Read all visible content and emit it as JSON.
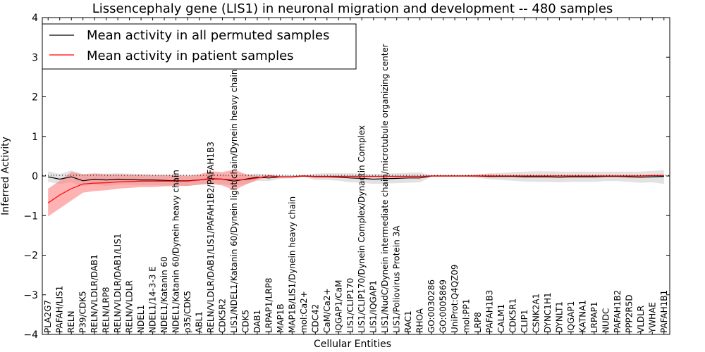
{
  "chart_data": {
    "type": "line",
    "title": "Lissencephaly gene (LIS1) in neuronal migration and development -- 480 samples",
    "xlabel": "Cellular Entities",
    "ylabel": "Inferred Activity",
    "ylim": [
      -4,
      4
    ],
    "yticks": [
      -4,
      -3,
      -2,
      -1,
      0,
      1,
      2,
      3,
      4
    ],
    "grid": false,
    "legend_position": "top-left",
    "colors": {
      "permuted": "#000000",
      "patient": "#ff0000",
      "permuted_band": "#bfbfbf",
      "patient_band": "#ff7f7f"
    },
    "categories": [
      "PLA2G7",
      "PAFAH/LIS1",
      "RELN",
      "P39/CDK5",
      "RELN/VLDLR/DAB1",
      "RELN/LRP8",
      "RELN/VLDLR/DAB1/LIS1",
      "RELN/VLDLR",
      "NDEL1",
      "NDEL1/14-3-3 E",
      "NDEL1/Katanin 60",
      "NDEL1/Katanin 60/Dynein heavy chain",
      "p35/CDK5",
      "ABL1",
      "RELN/VLDLR/DAB1/LIS1/PAFAH1B2/PAFAH1B3",
      "CDK5R2",
      "LIS1/NDEL1/Katanin 60/Dynein light chain/Dynein heavy chain",
      "CDK5",
      "DAB1",
      "LRPAP1/LRP8",
      "MAP1B",
      "MAP1B/LIS1/Dynein heavy chain",
      "mol:Ca2+",
      "CDC42",
      "CaM/Ca2+",
      "IQGAP1/CaM",
      "LIS1/CLIP170",
      "LIS1/CLIP170/Dynein Complex/Dynactin Complex",
      "LIS1/IQGAP1",
      "LIS1/NudC/Dynein intermediate chain/microtubule organizing center",
      "LIS1/Poliovirus Protein 3A",
      "RAC1",
      "RHOA",
      "GO:0030286",
      "GO:0005869",
      "UniProt:Q4QZ09",
      "mol:PP1",
      "LRP8",
      "PAFAH1B3",
      "CALM1",
      "CDK5R1",
      "CLIP1",
      "CSNK2A1",
      "DYNC1H1",
      "DYNLT1",
      "IQGAP1",
      "KATNA1",
      "LRPAP1",
      "NUDC",
      "PAFAH1B2",
      "PPP2R5D",
      "VLDLR",
      "YWHAE",
      "PAFAH1B1"
    ],
    "series": [
      {
        "name": "Mean activity in all permuted samples",
        "values": [
          -0.02,
          -0.08,
          -0.02,
          -0.12,
          -0.08,
          -0.1,
          -0.08,
          -0.09,
          -0.1,
          -0.1,
          -0.11,
          -0.12,
          -0.12,
          -0.1,
          -0.07,
          -0.08,
          -0.13,
          -0.08,
          -0.03,
          -0.05,
          -0.02,
          -0.02,
          0.0,
          -0.02,
          -0.02,
          -0.03,
          -0.05,
          -0.06,
          -0.08,
          -0.07,
          -0.06,
          -0.05,
          -0.05,
          0.0,
          0.0,
          0.0,
          0.0,
          0.0,
          -0.01,
          -0.01,
          -0.01,
          -0.02,
          -0.02,
          -0.02,
          -0.03,
          -0.02,
          -0.02,
          -0.02,
          -0.01,
          -0.01,
          -0.02,
          -0.03,
          -0.02,
          -0.01
        ],
        "lower": [
          -0.15,
          -0.2,
          -0.16,
          -0.26,
          -0.22,
          -0.25,
          -0.22,
          -0.22,
          -0.23,
          -0.23,
          -0.24,
          -0.24,
          -0.25,
          -0.22,
          -0.18,
          -0.2,
          -0.25,
          -0.2,
          -0.12,
          -0.13,
          -0.07,
          -0.06,
          -0.02,
          -0.1,
          -0.1,
          -0.12,
          -0.16,
          -0.17,
          -0.2,
          -0.19,
          -0.18,
          -0.17,
          -0.16,
          -0.02,
          -0.02,
          -0.02,
          -0.02,
          -0.05,
          -0.08,
          -0.1,
          -0.12,
          -0.14,
          -0.15,
          -0.15,
          -0.16,
          -0.15,
          -0.15,
          -0.15,
          -0.13,
          -0.13,
          -0.15,
          -0.17,
          -0.16,
          -0.2
        ],
        "upper": [
          0.12,
          0.05,
          0.14,
          0.05,
          0.07,
          0.06,
          0.07,
          0.06,
          0.05,
          0.04,
          0.04,
          0.04,
          0.03,
          0.03,
          0.05,
          0.05,
          0.0,
          0.04,
          0.06,
          0.04,
          0.03,
          0.02,
          0.02,
          0.06,
          0.07,
          0.07,
          0.07,
          0.06,
          0.05,
          0.06,
          0.07,
          0.08,
          0.09,
          0.02,
          0.02,
          0.02,
          0.02,
          0.04,
          0.07,
          0.08,
          0.1,
          0.11,
          0.12,
          0.12,
          0.11,
          0.11,
          0.11,
          0.11,
          0.11,
          0.11,
          0.11,
          0.11,
          0.13,
          0.15
        ]
      },
      {
        "name": "Mean activity in patient samples",
        "values": [
          -0.68,
          -0.48,
          -0.32,
          -0.2,
          -0.18,
          -0.17,
          -0.15,
          -0.14,
          -0.13,
          -0.13,
          -0.13,
          -0.13,
          -0.13,
          -0.1,
          -0.06,
          -0.08,
          -0.1,
          -0.09,
          -0.05,
          0.0,
          -0.02,
          -0.02,
          0.0,
          -0.01,
          -0.01,
          -0.01,
          -0.01,
          -0.01,
          -0.01,
          -0.01,
          -0.01,
          -0.01,
          -0.01,
          0.0,
          0.0,
          0.0,
          0.0,
          0.0,
          0.0,
          0.0,
          0.0,
          0.0,
          0.0,
          0.0,
          0.0,
          0.0,
          0.0,
          0.0,
          0.0,
          0.0,
          0.0,
          0.0,
          0.01,
          0.01
        ],
        "lower": [
          -1.02,
          -0.82,
          -0.62,
          -0.42,
          -0.38,
          -0.36,
          -0.32,
          -0.3,
          -0.28,
          -0.28,
          -0.26,
          -0.25,
          -0.25,
          -0.22,
          -0.2,
          -0.24,
          -0.36,
          -0.22,
          -0.1,
          -0.02,
          -0.04,
          -0.03,
          -0.02,
          -0.02,
          -0.02,
          -0.02,
          -0.02,
          -0.02,
          -0.02,
          -0.02,
          -0.02,
          -0.02,
          -0.02,
          -0.01,
          -0.01,
          -0.01,
          -0.01,
          -0.02,
          -0.03,
          -0.02,
          -0.02,
          -0.02,
          -0.02,
          -0.02,
          -0.02,
          -0.02,
          -0.02,
          -0.02,
          -0.02,
          -0.02,
          -0.02,
          -0.02,
          -0.01,
          -0.01
        ],
        "upper": [
          -0.32,
          -0.12,
          0.1,
          0.04,
          0.06,
          0.04,
          0.04,
          0.03,
          0.03,
          0.02,
          0.02,
          0.02,
          0.0,
          0.04,
          0.12,
          0.1,
          0.16,
          0.05,
          0.0,
          0.02,
          0.0,
          0.0,
          0.02,
          0.01,
          0.01,
          0.01,
          0.01,
          0.01,
          0.01,
          0.01,
          0.01,
          0.01,
          0.01,
          0.01,
          0.01,
          0.01,
          0.01,
          0.03,
          0.04,
          0.02,
          0.02,
          0.02,
          0.02,
          0.02,
          0.02,
          0.02,
          0.02,
          0.02,
          0.02,
          0.02,
          0.02,
          0.02,
          0.03,
          0.03
        ]
      }
    ]
  }
}
